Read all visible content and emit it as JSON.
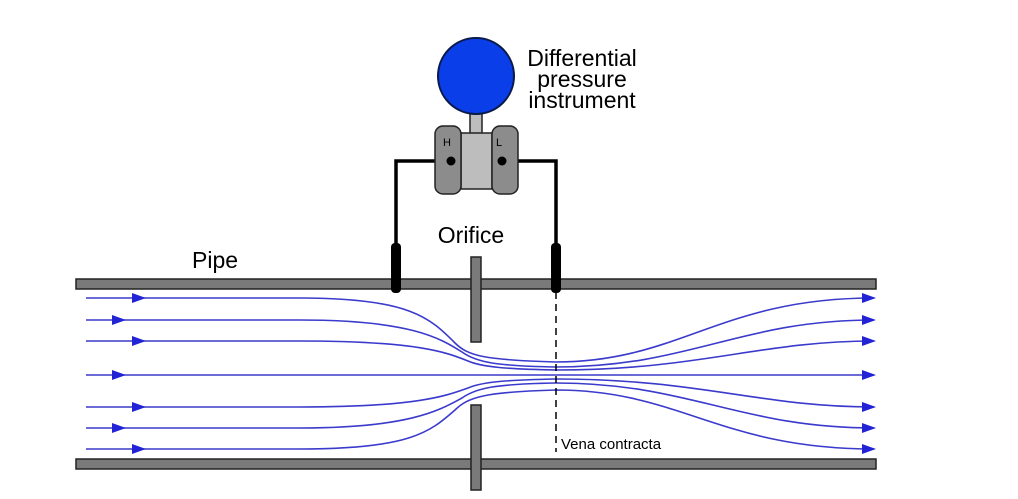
{
  "labels": {
    "instrument_line1": "Differential",
    "instrument_line2": "pressure",
    "instrument_line3": "instrument",
    "high_port": "H",
    "low_port": "L",
    "orifice": "Orifice",
    "pipe": "Pipe",
    "vena_contracta": "Vena contracta"
  },
  "colors": {
    "pipe_wall": "#7a7a7a",
    "gauge": "#0a3ee8",
    "flow_line": "#3a3acc",
    "flow_arrow": "#2323d6",
    "capsule": "#8c8c8c",
    "body": "#bdbdbd"
  }
}
